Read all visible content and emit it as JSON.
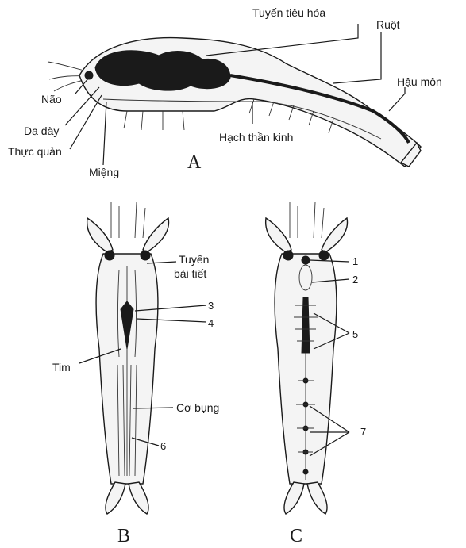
{
  "figure_a": {
    "letter": "A",
    "labels": {
      "digestive_gland": "Tuyến tiêu hóa",
      "intestine": "Ruột",
      "anus": "Hậu môn",
      "brain": "Não",
      "stomach": "Dạ dày",
      "esophagus": "Thực quản",
      "mouth": "Miệng",
      "nerve_cord": "Hạch thần kinh"
    }
  },
  "figure_b": {
    "letter": "B",
    "labels": {
      "excretory_gland_line1": "Tuyến",
      "excretory_gland_line2": "bài tiết",
      "heart": "Tim",
      "abdominal_muscle": "Cơ bụng",
      "n3": "3",
      "n4": "4",
      "n6": "6"
    }
  },
  "figure_c": {
    "letter": "C",
    "labels": {
      "n1": "1",
      "n2": "2",
      "n5": "5",
      "n7": "7"
    }
  },
  "colors": {
    "ink": "#1a1a1a",
    "paper": "#ffffff",
    "fill": "#f4f4f4"
  }
}
